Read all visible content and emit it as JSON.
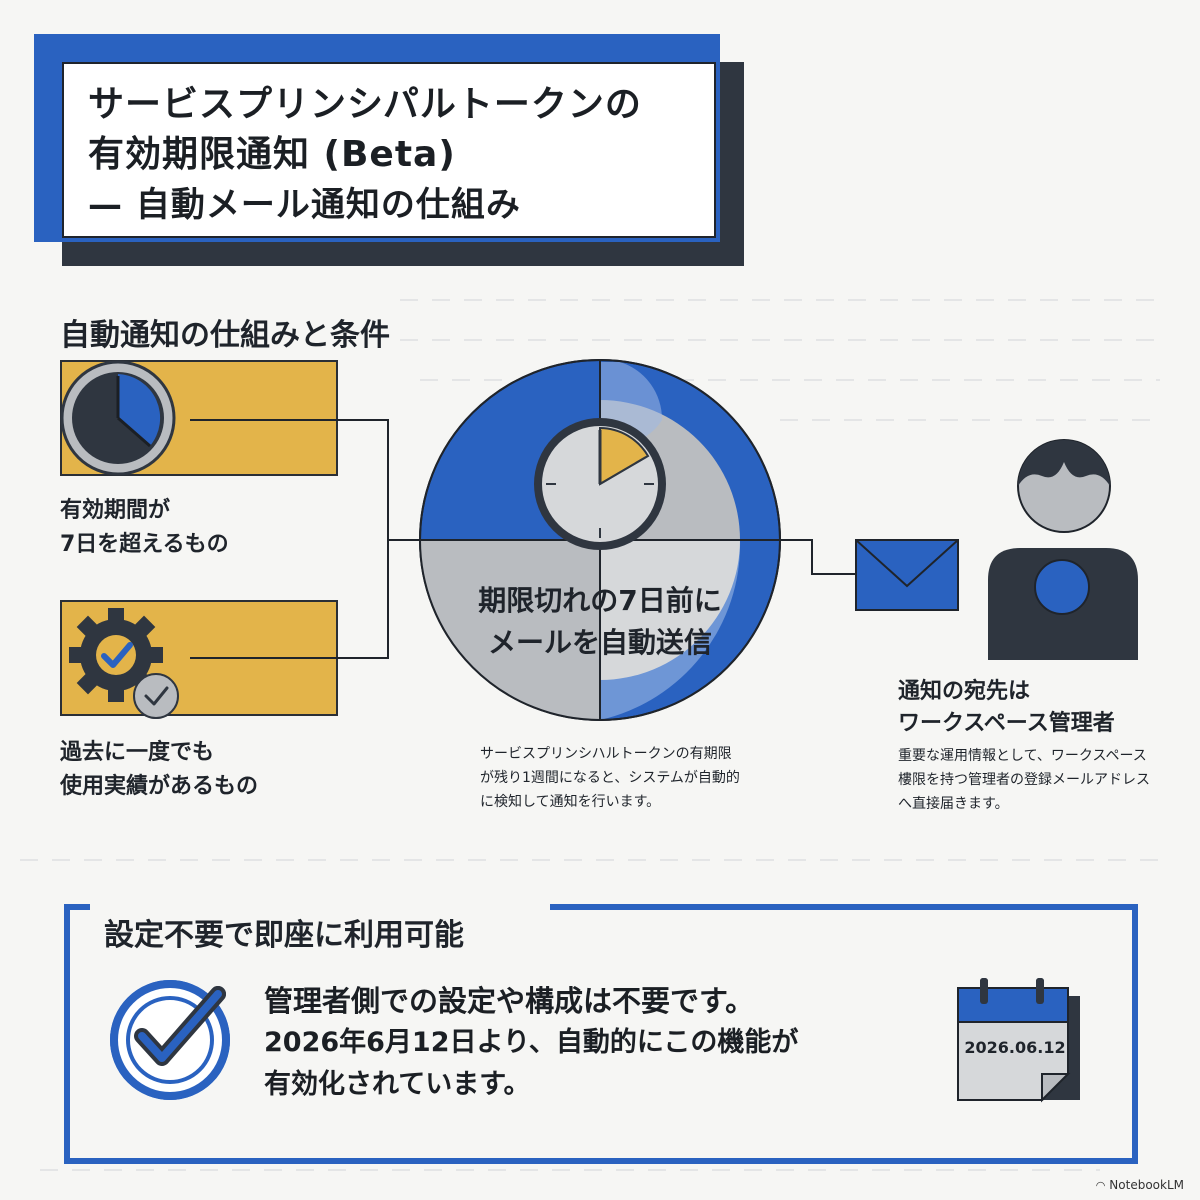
{
  "header": {
    "title_line1": "サービスプリンシパルトークンの",
    "title_line2": "有効期限通知 (Beta)",
    "subtitle": "— 自動メール通知の仕組み"
  },
  "section": {
    "heading": "自動通知の仕組みと条件"
  },
  "conditions": [
    {
      "icon": "clock-icon",
      "label_line1": "有効期間が",
      "label_line2": "7日を超えるもの"
    },
    {
      "icon": "gear-check-icon",
      "label_line1": "過去に一度でも",
      "label_line2": "使用実績があるもの"
    }
  ],
  "center": {
    "message_line1": "期限切れの7日前に",
    "message_line2": "メールを自動送信",
    "description": "サービスプリンシハルトークンの有期限が残り1週間になると、システムが自動的に検知して通知を行います。"
  },
  "recipient": {
    "icon": "user-icon",
    "mail_icon": "envelope-icon",
    "title_line1": "通知の宛先は",
    "title_line2": "ワークスペース管理者",
    "description": "重要な運用情報として、ワークスペース樓限を持つ管理者の登録メールアドレスへ直接届きます。"
  },
  "bottom": {
    "heading": "設定不要で即座に利用可能",
    "line1": "管理者側での設定や構成は不要です。",
    "line2": "2026年6月12日より、自動的にこの機能が",
    "line3": "有効化されています。",
    "date": "2026.06.12",
    "check_icon": "check-circle-icon",
    "calendar_icon": "calendar-icon"
  },
  "footer": {
    "brand": "NotebookLM"
  },
  "colors": {
    "blue": "#2a62c0",
    "yellow": "#e3b44a",
    "dark": "#2f3640",
    "gray": "#b9bcc0",
    "light_gray": "#d6d8da",
    "light_blue": "#6e96d6"
  }
}
